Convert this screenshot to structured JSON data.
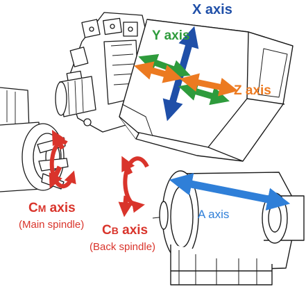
{
  "labels": {
    "x_axis": "X axis",
    "y_axis": "Y axis",
    "z_axis": "Z axis",
    "a_axis": "A axis",
    "cm_letter": "C",
    "cm_sub": "M",
    "cm_rest": " axis",
    "cm_sub_label": "(Main spindle)",
    "cb_letter": "C",
    "cb_sub": "B",
    "cb_rest": " axis",
    "cb_sub_label": "(Back spindle)"
  },
  "colors": {
    "x_axis": "#1f4fa8",
    "y_axis": "#2e9b3c",
    "z_axis": "#ec7a21",
    "a_axis": "#2f7fd8",
    "c_axis": "#d9342b",
    "line": "#1a1a1a"
  },
  "icons": {
    "x": "double-arrow-vertical",
    "y": "double-arrow-diagonal",
    "z": "double-arrow-diagonal",
    "a": "double-arrow-horizontal",
    "c": "rotation-arrow"
  }
}
